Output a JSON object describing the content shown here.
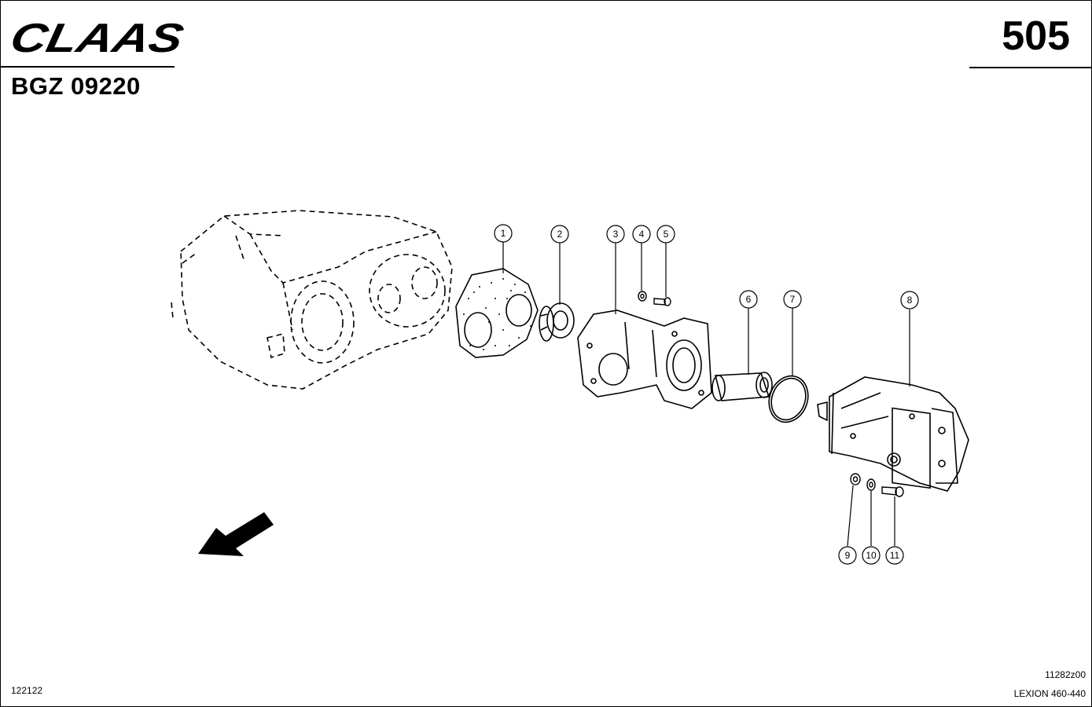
{
  "header": {
    "brand_logo": "CLAAS",
    "reference_code": "BGZ 09220",
    "page_number": "505"
  },
  "diagram": {
    "callouts": [
      "1",
      "2",
      "3",
      "4",
      "5",
      "6",
      "7",
      "8",
      "9",
      "10",
      "11"
    ]
  },
  "footer": {
    "left_code": "122122",
    "drawing_code": "11282z00",
    "model": "LEXION 460-440"
  }
}
